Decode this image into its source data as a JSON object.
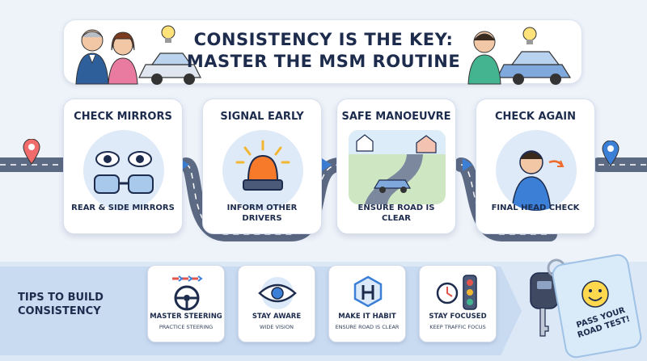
{
  "banner": {
    "title_line1": "CONSISTENCY IS THE KEY:",
    "title_line2": "MASTER THE MSM ROUTINE"
  },
  "steps": [
    {
      "title": "CHECK MIRRORS",
      "desc": "REAR & SIDE MIRRORS",
      "icon": "mirror-icon"
    },
    {
      "title": "SIGNAL EARLY",
      "desc": "INFORM OTHER DRIVERS",
      "icon": "siren-icon"
    },
    {
      "title": "SAFE MANOEUVRE",
      "desc": "ENSURE ROAD IS CLEAR",
      "icon": "car-road-icon"
    },
    {
      "title": "CHECK AGAIN",
      "desc": "FINAL HEAD CHECK",
      "icon": "head-check-icon"
    }
  ],
  "tips": {
    "label": "TIPS TO BUILD CONSISTENCY",
    "items": [
      {
        "title": "MASTER STEERING",
        "sub": "PRACTICE STEERING",
        "icon": "steering-wheel-icon"
      },
      {
        "title": "STAY AWARE",
        "sub": "WIDE VISION",
        "icon": "eye-icon"
      },
      {
        "title": "MAKE IT HABIT",
        "sub": "ENSURE ROAD IS CLEAR",
        "icon": "habit-icon"
      },
      {
        "title": "STAY FOCUSED",
        "sub": "KEEP TRAFFIC FOCUS",
        "icon": "traffic-light-icon"
      }
    ]
  },
  "keytag": {
    "text": "PASS YOUR ROAD TEST!"
  },
  "colors": {
    "road": "#5d6a84",
    "accent": "#3b7fd6",
    "title": "#1d2b4d"
  }
}
